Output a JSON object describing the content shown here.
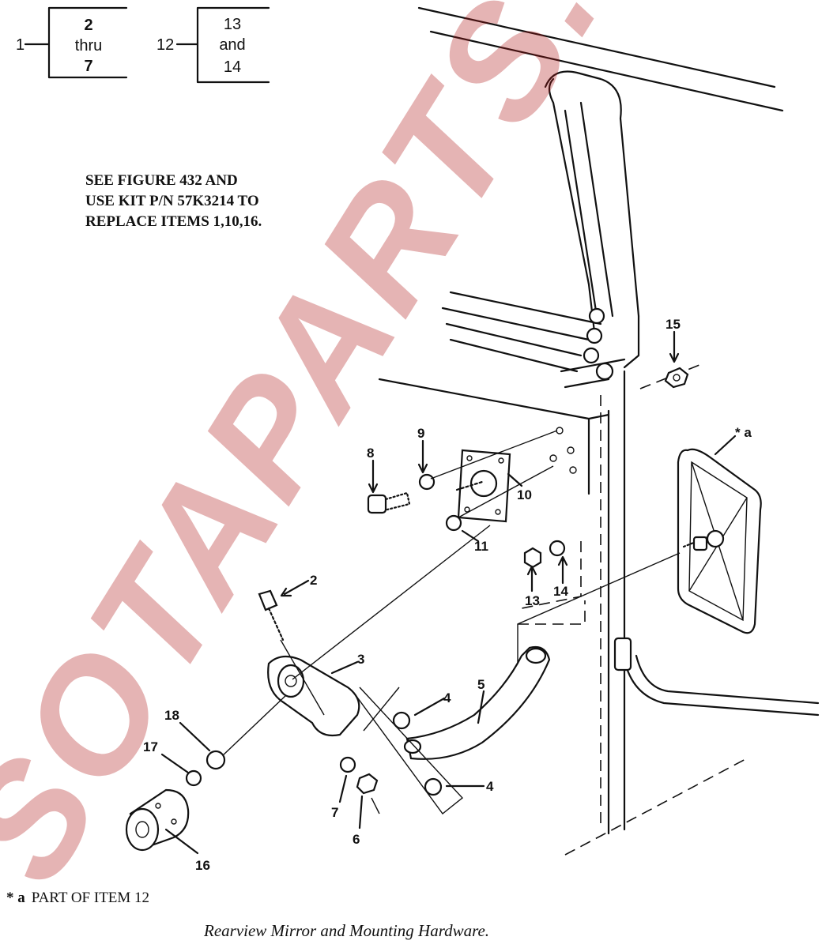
{
  "brackets": [
    {
      "item": "1",
      "top": "2",
      "mid": "thru",
      "bottom": "7"
    },
    {
      "item": "12",
      "top": "13",
      "mid": "and",
      "bottom": "14"
    }
  ],
  "note": {
    "lines": [
      "SEE FIGURE 432 AND",
      "USE KIT P/N 57K3214 TO",
      "REPLACE ITEMS 1,10,16."
    ]
  },
  "callouts": {
    "c15": "15",
    "ca": "* a",
    "c9": "9",
    "c8": "8",
    "c10": "10",
    "c11": "11",
    "c13": "13",
    "c14": "14",
    "c2": "2",
    "c3": "3",
    "c4a": "4",
    "c5": "5",
    "c4b": "4",
    "c18": "18",
    "c17": "17",
    "c7": "7",
    "c6": "6",
    "c16": "16"
  },
  "footnote": {
    "marker": "* a",
    "text": "PART OF ITEM 12"
  },
  "caption": "Rearview Mirror and Mounting Hardware.",
  "watermark": "SOTAPARTS.COM"
}
